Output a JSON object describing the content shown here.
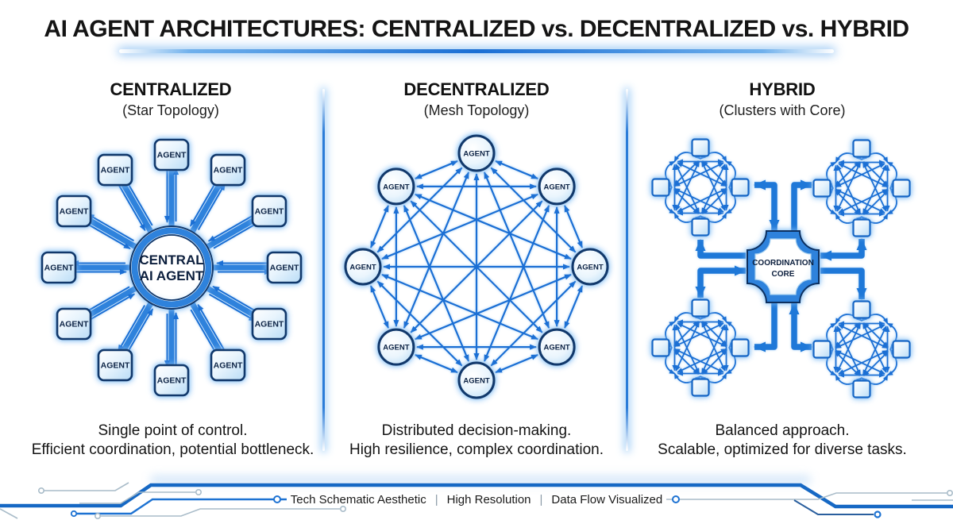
{
  "title": "AI AGENT ARCHITECTURES: CENTRALIZED vs. DECENTRALIZED vs. HYBRID",
  "panels": {
    "centralized": {
      "heading": "CENTRALIZED",
      "subheading": "(Star Topology)",
      "center_label_line1": "CENTRAL",
      "center_label_line2": "AI AGENT",
      "agent_label": "AGENT",
      "agent_count": 12,
      "caption_line1": "Single point of control.",
      "caption_line2": "Efficient coordination, potential bottleneck."
    },
    "decentralized": {
      "heading": "DECENTRALIZED",
      "subheading": "(Mesh Topology)",
      "agent_label": "AGENT",
      "agent_count": 8,
      "caption_line1": "Distributed decision-making.",
      "caption_line2": "High resilience, complex coordination."
    },
    "hybrid": {
      "heading": "HYBRID",
      "subheading": "(Clusters with Core)",
      "core_label_line1": "COORDINATION",
      "core_label_line2": "CORE",
      "cluster_count": 4,
      "agents_per_cluster": 4,
      "caption_line1": "Balanced approach.",
      "caption_line2": "Scalable, optimized for diverse tasks."
    }
  },
  "footer": {
    "items": [
      "Tech Schematic Aesthetic",
      "High Resolution",
      "Data Flow Visualized"
    ],
    "separator": "|"
  },
  "colors": {
    "line_blue": "#1b6fd4",
    "band_blue": "#2e82dc",
    "elbow_blue": "#1e78d8",
    "node_border_navy": "#11386b",
    "square_border_blue": "#1565c4",
    "text_navy": "#0c2345",
    "trace_gray": "#a9bcc9",
    "trace_dark": "#2a5f9e",
    "thick_trace_blue": "#1668c4",
    "med_trace_blue": "#1d72d2"
  }
}
